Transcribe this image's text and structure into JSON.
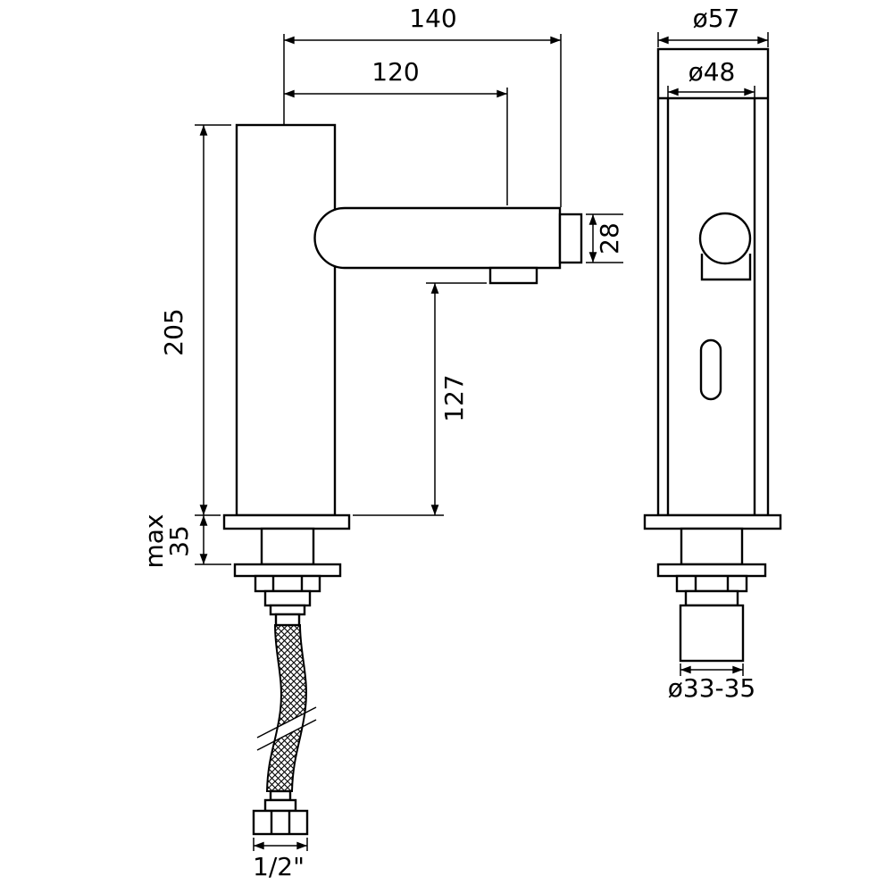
{
  "colors": {
    "line": "#000000",
    "background": "#ffffff"
  },
  "dimensions": {
    "overall_reach": "140",
    "spout_reach": "120",
    "cap_diameter": "ø57",
    "body_diameter": "ø48",
    "spout_end_height": "28",
    "height_above_deck": "205",
    "outlet_height": "127",
    "deck_max_word": "max",
    "deck_max_value": "35",
    "tail_diameter": "ø33-35",
    "connection_size": "1/2\""
  }
}
